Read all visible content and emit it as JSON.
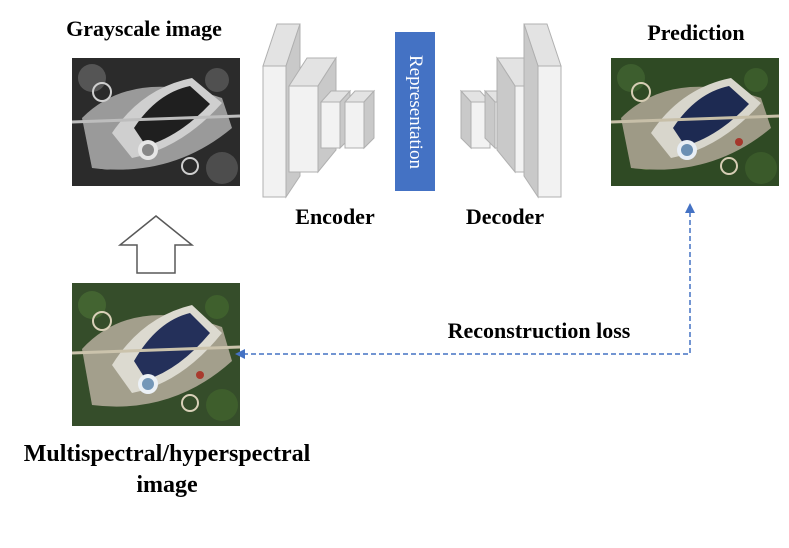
{
  "labels": {
    "grayscale": "Grayscale image",
    "prediction": "Prediction",
    "encoder": "Encoder",
    "decoder": "Decoder",
    "representation": "Representation",
    "reconstruction_loss": "Reconstruction loss",
    "multispectral_line1": "Multispectral/hyperspectral",
    "multispectral_line2": "image"
  },
  "colors": {
    "representation_box": "#4472c4",
    "block_face": "#f2f2f2",
    "block_side": "#c9c9c9",
    "block_top": "#e3e3e3",
    "dashed_arrow": "#4472c4",
    "hollow_arrow": "#595959"
  }
}
